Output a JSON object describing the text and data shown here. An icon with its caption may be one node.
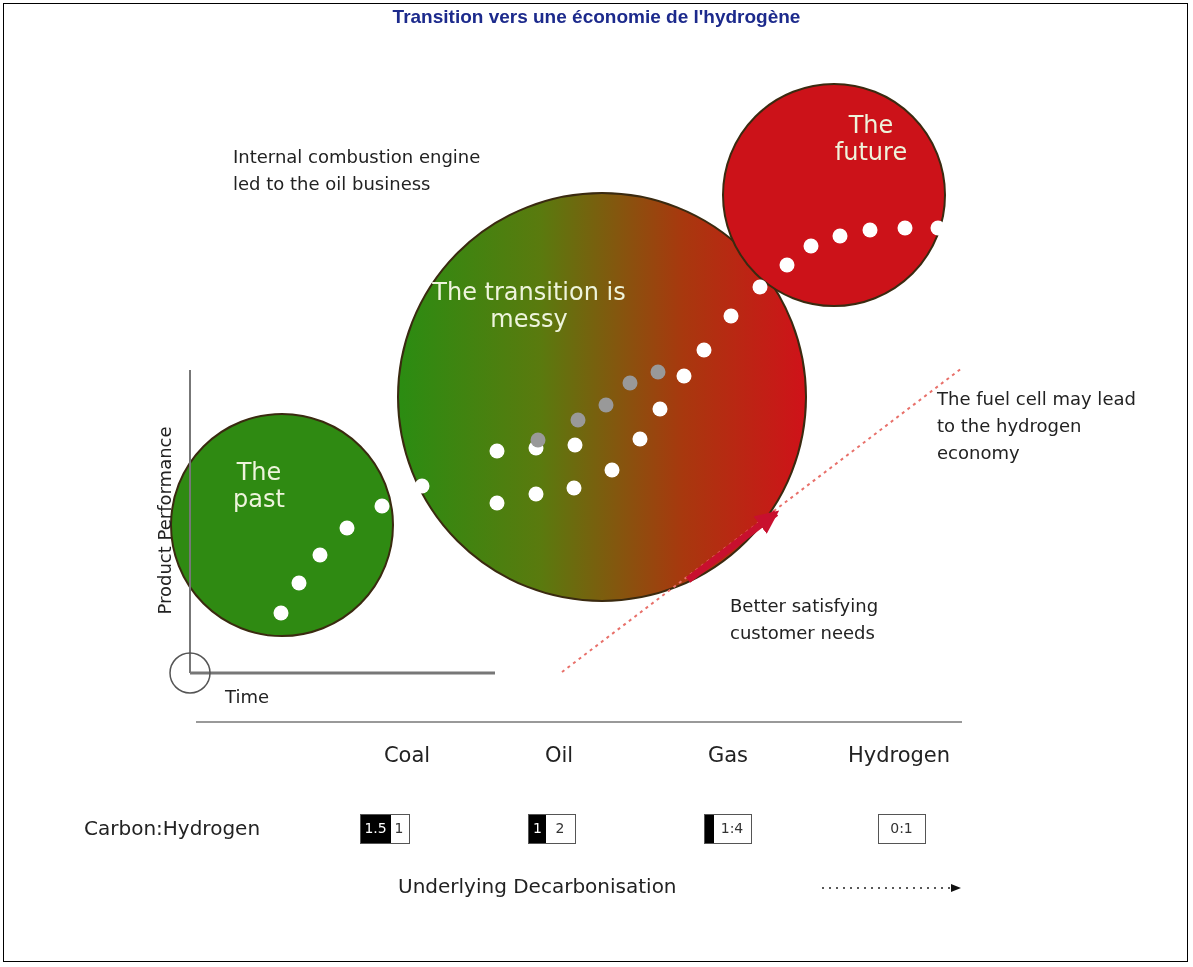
{
  "diagram": {
    "title": "Transition vers une économie de l'hydrogène",
    "nodes": [
      {
        "text": [
          "The past"
        ]
      },
      {
        "text": [
          "The transition is messy"
        ]
      },
      {
        "text": [
          "The future"
        ]
      },
      {
        "text": [
          "1.5",
          "1"
        ]
      },
      {
        "text": [
          "1",
          "2"
        ]
      },
      {
        "text": [
          "1:4"
        ]
      },
      {
        "text": [
          "0:1"
        ]
      }
    ],
    "edges": [],
    "labels": [
      "Internal combustion engine led to the oil business",
      "The fuel cell may lead to the hydrogen economy",
      "Product Performance",
      "Better satisfying customer needs",
      "Time",
      "Coal",
      "Oil",
      "Gas",
      "Hydrogen",
      "Carbon:Hydrogen",
      "Underlying Decarbonisation"
    ]
  }
}
